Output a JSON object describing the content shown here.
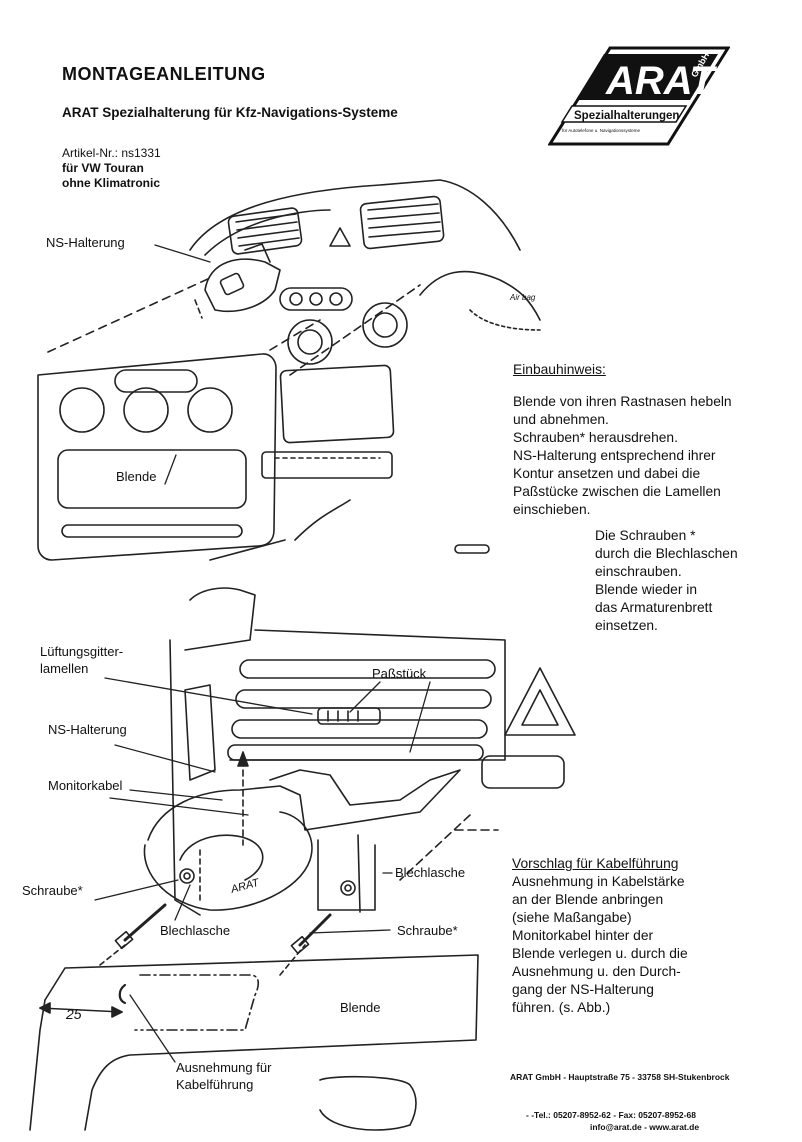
{
  "header": {
    "title": "MONTAGEANLEITUNG",
    "subtitle": "ARAT Spezialhalterung für Kfz-Navigations-Systeme",
    "article_number": "Artikel-Nr.: ns1331",
    "vehicle": "für VW Touran",
    "variant": "ohne Klimatronic"
  },
  "logo": {
    "brand": "ARAT",
    "suffix": "GmbH",
    "tagline": "Spezialhalterungen",
    "small": "für Autotelefone u. Navigationssysteme"
  },
  "labels": {
    "ns_halterung_top": "NS-Halterung",
    "blende_top": "Blende",
    "airbag": "Air bag",
    "lueftung": [
      "Lüftungsgitter-",
      "lamellen"
    ],
    "passstueck": "Paßstück",
    "ns_halterung_mid": "NS-Halterung",
    "monitorkabel": "Monitorkabel",
    "blechlasche_right": "Blechlasche",
    "schraube_left": "Schraube*",
    "blechlasche_mid": "Blechlasche",
    "schraube_right": "Schraube*",
    "blende_bottom": "Blende",
    "dimension": "25",
    "ausnehmung": [
      "Ausnehmung für",
      "Kabelführung"
    ],
    "arat_engraving": "ARAT"
  },
  "instructions": {
    "heading": "Einbauhinweis:",
    "lines": [
      "Blende von ihren Rastnasen hebeln",
      "und abnehmen.",
      "Schrauben* herausdrehen.",
      "NS-Halterung entsprechend ihrer",
      "Kontur ansetzen und dabei die",
      "Paßstücke zwischen die Lamellen",
      "einschieben."
    ],
    "lines2": [
      "Die Schrauben *",
      "durch die Blechlaschen",
      "einschrauben.",
      "Blende wieder in",
      "das Armaturenbrett",
      "einsetzen."
    ]
  },
  "cable_suggestion": {
    "heading": "Vorschlag für Kabelführung",
    "lines": [
      "Ausnehmung in Kabelstärke",
      "an der Blende anbringen",
      "(siehe Maßangabe)",
      "Monitorkabel hinter der",
      "Blende verlegen u. durch die",
      "Ausnehmung u. den Durch-",
      "gang der NS-Halterung",
      "führen. (s. Abb.)"
    ]
  },
  "footer": {
    "address": "ARAT GmbH  -  Hauptstraße 75  -  33758 SH-Stukenbrock",
    "phone": "- -Tel.: 05207-8952-62  -  Fax: 05207-8952-68",
    "web": "info@arat.de  -  www.arat.de"
  }
}
